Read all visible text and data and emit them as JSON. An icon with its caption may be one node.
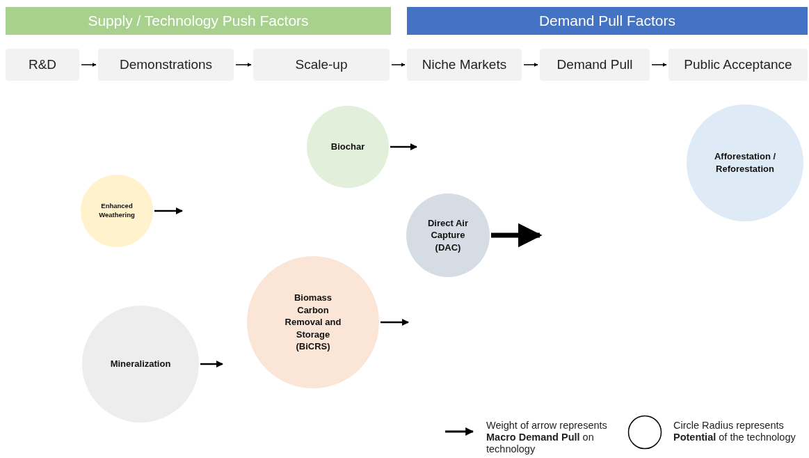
{
  "diagram": {
    "nodes": [
      {
        "text": [
          "Supply / Technology Push Factors"
        ]
      },
      {
        "text": [
          "Demand Pull Factors"
        ]
      },
      {
        "text": [
          "R&D"
        ]
      },
      {
        "text": [
          "Demonstrations"
        ]
      },
      {
        "text": [
          "Scale-up"
        ]
      },
      {
        "text": [
          "Niche Markets"
        ]
      },
      {
        "text": [
          "Demand Pull"
        ]
      },
      {
        "text": [
          "Public Acceptance"
        ]
      },
      {
        "text": [
          "Biochar"
        ]
      },
      {
        "text": [
          "Afforestation / Reforestation"
        ]
      },
      {
        "text": [
          "Enhanced Weathering"
        ]
      },
      {
        "text": [
          "Direct Air Capture (DAC)"
        ]
      },
      {
        "text": [
          "Biomass Carbon Removal and Storage (BiCRS)"
        ]
      },
      {
        "text": [
          "Mineralization"
        ]
      }
    ],
    "edges": [
      {
        "from": 2,
        "to": 3,
        "arrow": "to"
      },
      {
        "from": 3,
        "to": 4,
        "arrow": "to"
      },
      {
        "from": 4,
        "to": 5,
        "arrow": "to"
      },
      {
        "from": 5,
        "to": 6,
        "arrow": "to"
      },
      {
        "from": 6,
        "to": 7,
        "arrow": "to"
      },
      {
        "from": 8,
        "to": null,
        "arrow": "to"
      },
      {
        "from": 10,
        "to": null,
        "arrow": "to"
      },
      {
        "from": 11,
        "to": null,
        "arrow": "to",
        "style": "thick"
      },
      {
        "from": 12,
        "to": null,
        "arrow": "to"
      },
      {
        "from": 13,
        "to": null,
        "arrow": "to"
      }
    ],
    "legend": [
      {
        "text": "Weight of arrow represents **Macro Demand Pull** on technology"
      },
      {
        "text": "Circle Radius represents **Potential** of the technology"
      }
    ]
  }
}
